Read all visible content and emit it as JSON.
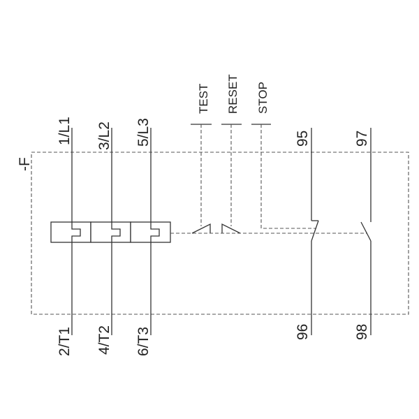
{
  "designation": "-F",
  "main_terminals_top": [
    "1/L1",
    "3/L2",
    "5/L3"
  ],
  "main_terminals_bottom": [
    "2/T1",
    "4/T2",
    "6/T3"
  ],
  "function_buttons": [
    "TEST",
    "RESET",
    "STOP"
  ],
  "aux_terminals_top": [
    "95",
    "97"
  ],
  "aux_terminals_bottom": [
    "96",
    "98"
  ]
}
